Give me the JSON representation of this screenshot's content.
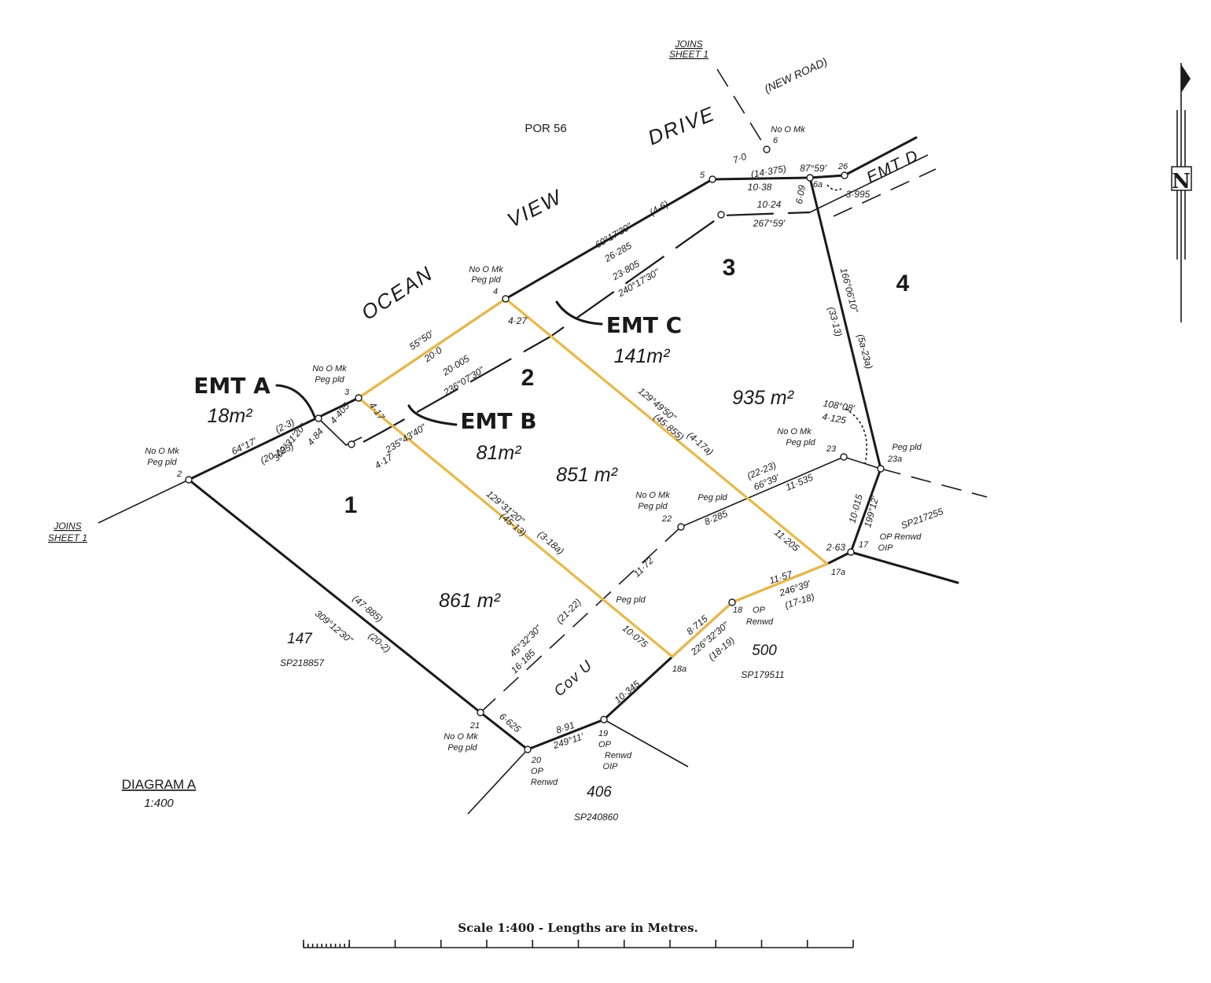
{
  "diagram": {
    "title": "DIAGRAM A",
    "scale_label": "1:400",
    "scale_note": "Scale 1:400 - Lengths are in Metres.",
    "north": "N",
    "joins_sheet": "JOINS SHEET 1",
    "joins_sheet_line1": "JOINS",
    "joins_sheet_line2": "SHEET 1",
    "new_road": "(NEW ROAD)",
    "por": "POR 56",
    "road_words": [
      "OCEAN",
      "VIEW",
      "DRIVE"
    ],
    "cov": "Cov U",
    "highlight_color": "#e8b84a"
  },
  "lots": [
    {
      "id": "1",
      "label": "1",
      "area": "861 m²"
    },
    {
      "id": "2",
      "label": "2",
      "area": "851 m²"
    },
    {
      "id": "3",
      "label": "3",
      "area": "935 m²"
    },
    {
      "id": "4",
      "label": "4",
      "area": ""
    }
  ],
  "easements": [
    {
      "id": "A",
      "label": "EMT A",
      "area": "18m²"
    },
    {
      "id": "B",
      "label": "EMT B",
      "area": "81m²"
    },
    {
      "id": "C",
      "label": "EMT C",
      "area": "141m²"
    },
    {
      "id": "D",
      "label": "EMT D",
      "area": ""
    }
  ],
  "adjoining": [
    {
      "lot": "147",
      "plan": "SP218857"
    },
    {
      "lot": "500",
      "plan": "SP179511"
    },
    {
      "lot": "406",
      "plan": "SP240860"
    },
    {
      "lot": "",
      "plan": "SP217255"
    }
  ],
  "stations": [
    {
      "id": "2",
      "note": "No O Mk",
      "note2": "Peg pld"
    },
    {
      "id": "3",
      "note": "No O Mk",
      "note2": "Peg pld"
    },
    {
      "id": "4",
      "note": "No O Mk",
      "note2": "Peg pld"
    },
    {
      "id": "5",
      "note": "",
      "note2": ""
    },
    {
      "id": "6",
      "note": "No O Mk",
      "note2": ""
    },
    {
      "id": "26",
      "note": "",
      "note2": ""
    },
    {
      "id": "6a",
      "note": "",
      "note2": ""
    },
    {
      "id": "23",
      "note": "No O Mk",
      "note2": "Peg pld"
    },
    {
      "id": "23a",
      "note": "Peg pld",
      "note2": ""
    },
    {
      "id": "22",
      "note": "No O Mk",
      "note2": "Peg pld"
    },
    {
      "id": "17",
      "note": "OP Renwd",
      "note2": "OIP"
    },
    {
      "id": "17a",
      "note": "",
      "note2": ""
    },
    {
      "id": "18",
      "note": "OP",
      "note2": "Renwd"
    },
    {
      "id": "18a",
      "note": "",
      "note2": ""
    },
    {
      "id": "19",
      "note": "OP",
      "note2": "Renwd",
      "note3": "OIP"
    },
    {
      "id": "20",
      "note": "OP",
      "note2": "Renwd"
    },
    {
      "id": "21",
      "note": "No O Mk",
      "note2": "Peg pld"
    }
  ],
  "annotations": {
    "peg_pld": "Peg pld",
    "peg_pld_2": "Peg pld",
    "b_2_3": "64°17'",
    "d_2_3": "(2-3)",
    "l_2_3": "(20·125)",
    "b_3_4": "55°50'",
    "l_3_4": "20·0",
    "b_4_5": "60°17'30\"",
    "d_4_5": "(4-6)",
    "l_4_5": "26·285",
    "l_5_6": "7·0",
    "l_14375": "(14·375)",
    "l_1038": "10·38",
    "b_6a": "87°59'",
    "l_3995": "3·995",
    "l_609": "6·09",
    "l_1024": "10·24",
    "b_26759": "267°59'",
    "l_23805": "23·805",
    "b_24017": "240°17'30\"",
    "l_20005": "20·005",
    "b_23607": "236°07'30\"",
    "l_427_top": "4·27",
    "l_417_a": "4·17",
    "l_4405": "4·405",
    "b_30931": "309°31'20\"",
    "l_484": "4·84",
    "b_23543": "235°43'40\"",
    "l_417_b": "4·17",
    "b_12949": "129°49'50\"",
    "d_4_17a": "(4-17a)",
    "l_45855": "(45·855)",
    "b_10608": "108°08'",
    "l_4125": "4·125",
    "b_16606": "166°06'10\"",
    "d_5a_23a": "(5a-23a)",
    "l_3313": "(33·13)",
    "d_22_23": "(22-23)",
    "b_6639": "66°39'",
    "l_11535": "11·535",
    "l_8285": "8·285",
    "l_11205": "11·205",
    "b_12931": "129°31'20\"",
    "d_3_18a": "(3-18a)",
    "l_4513": "(45·13)",
    "l_1172": "11·72",
    "l_10015": "10·015",
    "b_19912": "199°12'",
    "l_263": "2·63",
    "l_1157": "11·57",
    "b_24639": "246°39'",
    "d_17_18": "(17-18)",
    "l_8715": "8·715",
    "b_22632": "226°32'30\"",
    "d_18_19": "(18-19)",
    "b_30912": "309°12'30\"",
    "l_47885": "(47·885)",
    "d_20_2": "(20-2)",
    "b_4532": "45°32'30\"",
    "d_21_22": "(21-22)",
    "l_16185": "16·185",
    "l_10075": "10·075",
    "l_10345": "10·345",
    "l_6625": "6·625",
    "l_891": "8·91",
    "b_24911": "249°11'"
  }
}
